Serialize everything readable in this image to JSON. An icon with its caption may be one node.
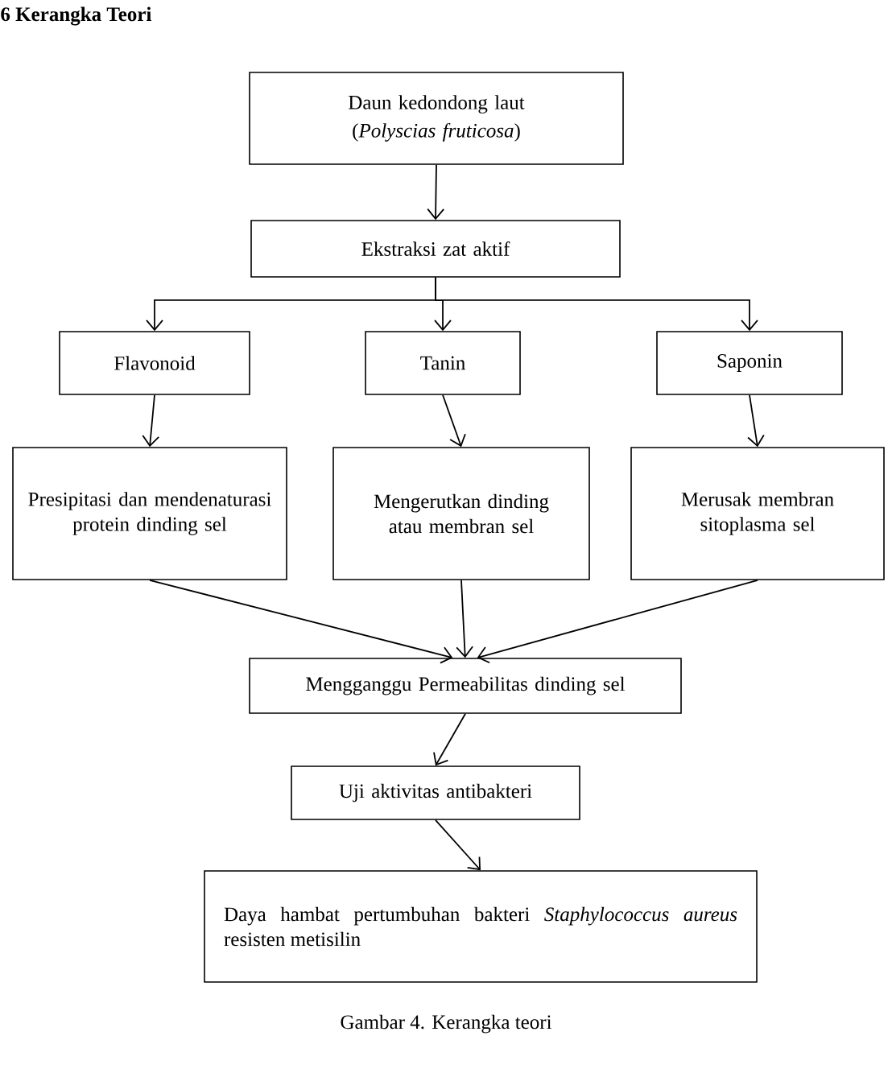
{
  "diagram": {
    "title": "6 Kerangka Teori",
    "nodes": [
      {
        "text": [
          "Daun kedondong laut",
          "(*Polyscias fruticosa*)"
        ]
      },
      {
        "text": [
          "Ekstraksi zat aktif"
        ]
      },
      {
        "text": [
          "Flavonoid"
        ]
      },
      {
        "text": [
          "Tanin"
        ]
      },
      {
        "text": [
          "Saponin"
        ]
      },
      {
        "text": [
          "Presipitasi dan mendenaturasi protein dinding sel"
        ]
      },
      {
        "text": [
          "Mengerutkan dinding atau membran sel"
        ]
      },
      {
        "text": [
          "Merusak membran sitoplasma sel"
        ]
      },
      {
        "text": [
          "Mengganggu Permeabilitas dinding sel"
        ]
      },
      {
        "text": [
          "Uji aktivitas antibakteri"
        ]
      },
      {
        "text": [
          "Daya hambat pertumbuhan bakteri *Staphylococcus aureus* resisten metisilin"
        ]
      }
    ],
    "edges": [
      {
        "from": 0,
        "to": 1,
        "arrow": "to"
      },
      {
        "from": 1,
        "to": 2,
        "arrow": "to"
      },
      {
        "from": 1,
        "to": 3,
        "arrow": "to"
      },
      {
        "from": 1,
        "to": 4,
        "arrow": "to"
      },
      {
        "from": 2,
        "to": 5,
        "arrow": "to"
      },
      {
        "from": 3,
        "to": 6,
        "arrow": "to"
      },
      {
        "from": 4,
        "to": 7,
        "arrow": "to"
      },
      {
        "from": 5,
        "to": 8,
        "arrow": "to"
      },
      {
        "from": 6,
        "to": 8,
        "arrow": "to"
      },
      {
        "from": 7,
        "to": 8,
        "arrow": "to"
      },
      {
        "from": 8,
        "to": 9,
        "arrow": "to"
      },
      {
        "from": 9,
        "to": 10,
        "arrow": "to"
      }
    ],
    "caption": "Gambar 4. Kerangka teori"
  }
}
